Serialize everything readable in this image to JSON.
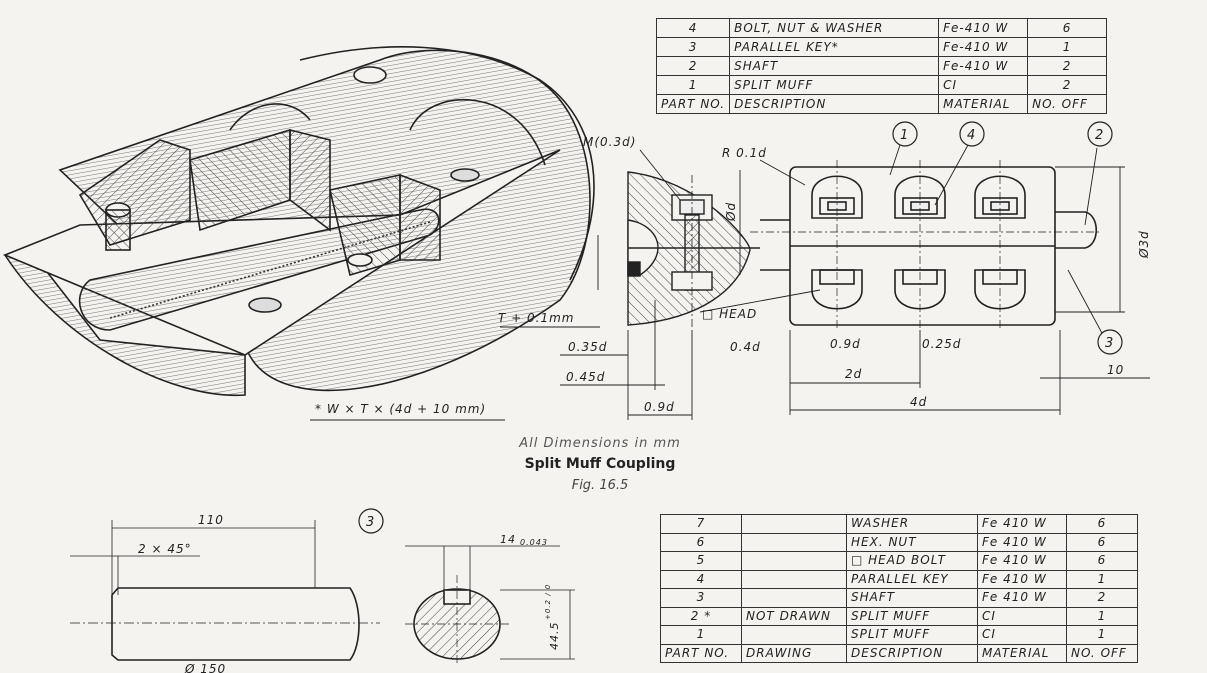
{
  "bom_top": {
    "rows": [
      {
        "part": "4",
        "desc": "BOLT, NUT & WASHER",
        "material": "Fe-410 W",
        "qty": "6"
      },
      {
        "part": "3",
        "desc": "PARALLEL KEY*",
        "material": "Fe-410 W",
        "qty": "1"
      },
      {
        "part": "2",
        "desc": "SHAFT",
        "material": "Fe-410 W",
        "qty": "2"
      },
      {
        "part": "1",
        "desc": "SPLIT MUFF",
        "material": "CI",
        "qty": "2"
      }
    ],
    "header": {
      "part": "PART NO.",
      "desc": "DESCRIPTION",
      "material": "MATERIAL",
      "qty": "NO. OFF"
    }
  },
  "bom_bottom": {
    "rows": [
      {
        "part": "7",
        "drawing": "",
        "desc": "WASHER",
        "material": "Fe 410 W",
        "qty": "6"
      },
      {
        "part": "6",
        "drawing": "",
        "desc": "HEX. NUT",
        "material": "Fe 410 W",
        "qty": "6"
      },
      {
        "part": "5",
        "drawing": "",
        "desc": "□ HEAD BOLT",
        "material": "Fe 410 W",
        "qty": "6"
      },
      {
        "part": "4",
        "drawing": "",
        "desc": "PARALLEL KEY",
        "material": "Fe 410 W",
        "qty": "1"
      },
      {
        "part": "3",
        "drawing": "",
        "desc": "SHAFT",
        "material": "Fe 410 W",
        "qty": "2"
      },
      {
        "part": "2 *",
        "drawing": "NOT DRAWN",
        "desc": "SPLIT MUFF",
        "material": "CI",
        "qty": "1"
      },
      {
        "part": "1",
        "drawing": "",
        "desc": "SPLIT MUFF",
        "material": "CI",
        "qty": "1"
      }
    ],
    "header": {
      "part": "PART NO.",
      "drawing": "DRAWING",
      "desc": "DESCRIPTION",
      "material": "MATERIAL",
      "qty": "NO. OFF"
    }
  },
  "labels": {
    "key_note": "* W × T × (4d + 10 mm)",
    "m": "M(0.3d)",
    "r": "R 0.1d",
    "od": "Ød",
    "o3d": "Ø3d",
    "t_plus": "T + 0.1mm",
    "head": "□ HEAD",
    "d035": "0.35d",
    "d045": "0.45d",
    "d09a": "0.9d",
    "d04": "0.4d",
    "d09b": "0.9d",
    "d025": "0.25d",
    "d2": "2d",
    "d4": "4d",
    "ten": "10",
    "b1": "1",
    "b2": "2",
    "b3": "3",
    "b4": "4",
    "b3s": "3",
    "len110": "110",
    "chamfer": "2 × 45°",
    "dia150": "Ø 150",
    "key_w": "14",
    "key_w_tol": "0.043",
    "depth": "44.5",
    "depth_tol": "+0.2 / 0"
  },
  "captions": {
    "units": "All Dimensions in mm",
    "title": "Split Muff Coupling",
    "fig": "Fig. 16.5"
  }
}
